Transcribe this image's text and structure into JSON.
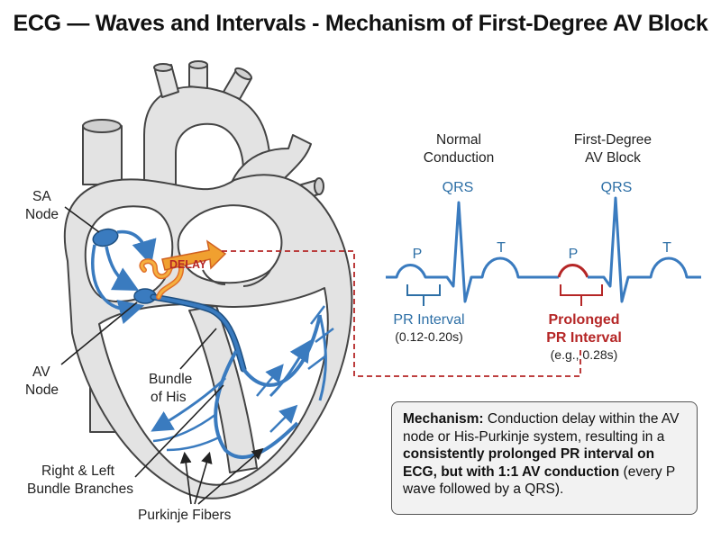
{
  "title": "ECG — Waves and Intervals - Mechanism of First-Degree AV Block",
  "heart_labels": {
    "sa_node_line1": "SA",
    "sa_node_line2": "Node",
    "av_node_line1": "AV",
    "av_node_line2": "Node",
    "bundle_his_line1": "Bundle",
    "bundle_his_line2": "of His",
    "bundle_branches_line1": "Right & Left",
    "bundle_branches_line2": "Bundle Branches",
    "purkinje": "Purkinje Fibers",
    "delay": "DELAY"
  },
  "ecg": {
    "normal_line1": "Normal",
    "normal_line2": "Conduction",
    "block_line1": "First-Degree",
    "block_line2": "AV Block",
    "qrs_label": "QRS",
    "p_label": "P",
    "t_label": "T",
    "pr_interval": "PR Interval",
    "pr_range": "(0.12-0.20s)",
    "prolonged_line1": "Prolonged",
    "prolonged_line2": "PR Interval",
    "prolonged_example": "(e.g., 0.28s)"
  },
  "mechanism": {
    "label": "Mechanism:",
    "text1": " Conduction delay within the AV node or His-Purkinje system, resulting in a ",
    "bold1": "consistently prolonged PR interval on ECG, but with 1:1 AV conduction",
    "text2": " (every P wave followed by a QRS)."
  },
  "colors": {
    "conduction_blue": "#3a7bbf",
    "delay_orange": "#f0a030",
    "prolonged_red": "#b52626",
    "heart_gray": "#e3e3e3"
  }
}
